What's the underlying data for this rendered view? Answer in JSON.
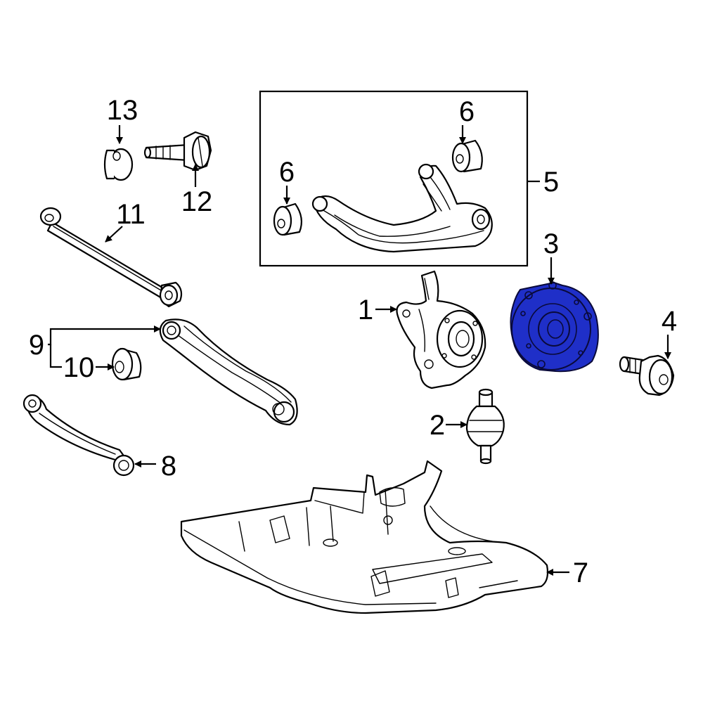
{
  "diagram": {
    "highlight_color": "#1f2fc8",
    "line_color": "#000000",
    "background": "#ffffff",
    "callouts": {
      "c1": "1",
      "c2": "2",
      "c3": "3",
      "c4": "4",
      "c5": "5",
      "c6a": "6",
      "c6b": "6",
      "c7": "7",
      "c8": "8",
      "c9": "9",
      "c10": "10",
      "c11": "11",
      "c12": "12",
      "c13": "13"
    }
  }
}
